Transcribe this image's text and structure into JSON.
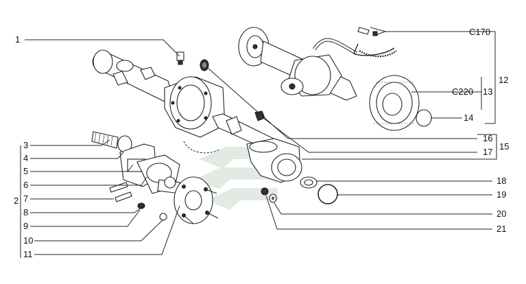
{
  "labels": {
    "l1": "1",
    "l2": "2",
    "l3": "3",
    "l4": "4",
    "l5": "5",
    "l6": "6",
    "l7": "7",
    "l8": "8",
    "l9": "9",
    "l10": "10",
    "l11": "11",
    "l12": "12",
    "l13": "13",
    "l14": "14",
    "l15": "15",
    "l16": "16",
    "l17": "17",
    "l18": "18",
    "l19": "19",
    "l20": "20",
    "l21": "21",
    "c170": "C170",
    "c220": "C220"
  }
}
